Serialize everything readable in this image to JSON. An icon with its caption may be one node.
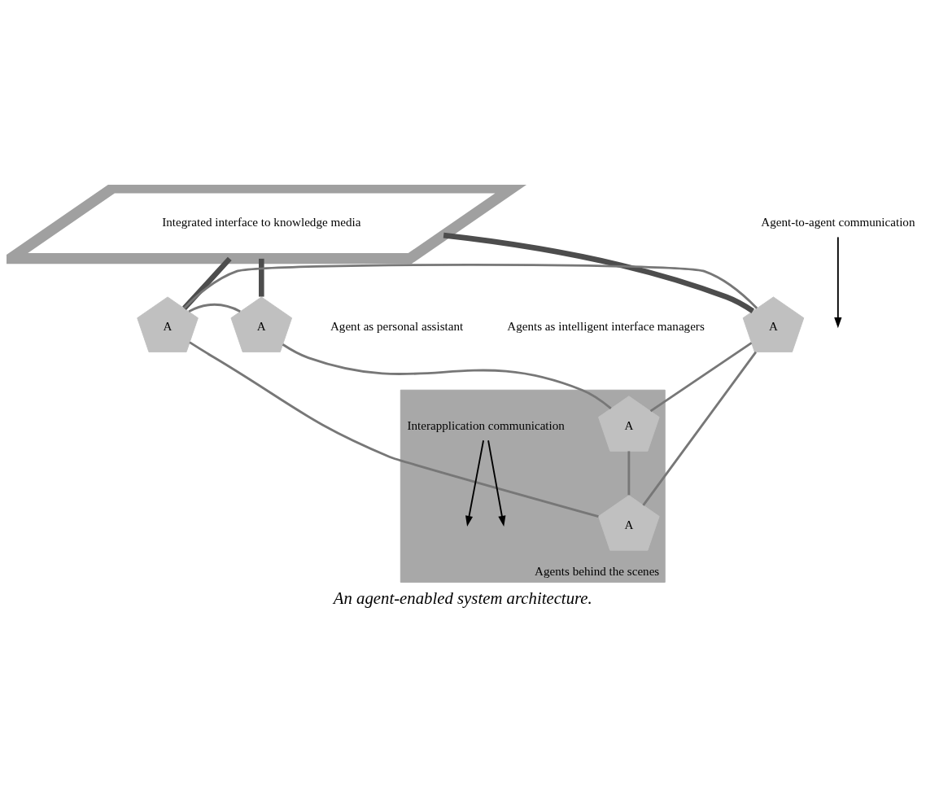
{
  "diagram": {
    "caption": "An agent-enabled system architecture.",
    "nodes": [
      {
        "text": [
          "Integrated interface to knowledge media"
        ]
      },
      {
        "text": [
          "A"
        ]
      },
      {
        "text": [
          "A"
        ],
        "beside": [
          "Agents as intelligent interface managers"
        ]
      },
      {
        "text": [
          "A"
        ],
        "beside": [
          "Agent as personal assistant"
        ]
      },
      {
        "text": [
          "Agents behind the scenes"
        ]
      },
      {
        "text": [
          "A"
        ],
        "in": 4
      },
      {
        "text": [
          "A"
        ],
        "in": 4
      },
      {
        "text": [
          "Interapplication communication"
        ],
        "in": 4
      },
      {
        "text": [
          "Agent-to-agent communication"
        ]
      }
    ],
    "edges": [
      {
        "from": 0,
        "to": 2,
        "arrow": "none",
        "style": "thick",
        "color": "#4d4d4d"
      },
      {
        "from": 0,
        "to": 1,
        "arrow": "none",
        "style": "thick",
        "color": "#4d4d4d"
      },
      {
        "from": 0,
        "to": 3,
        "arrow": "none",
        "style": "thick",
        "color": "#4d4d4d"
      },
      {
        "from": 1,
        "to": 2,
        "arrow": "none"
      },
      {
        "from": 1,
        "to": 3,
        "arrow": "none"
      },
      {
        "from": 1,
        "to": 6,
        "arrow": "none"
      },
      {
        "from": 2,
        "to": 5,
        "arrow": "none"
      },
      {
        "from": 2,
        "to": 6,
        "arrow": "none"
      },
      {
        "from": 3,
        "to": 5,
        "arrow": "none"
      },
      {
        "from": 5,
        "to": 6,
        "arrow": "none"
      },
      {
        "from": 8,
        "to": null,
        "arrow": "to",
        "color": "#000000"
      },
      {
        "from": 7,
        "to": null,
        "arrow": "to",
        "color": "#000000"
      },
      {
        "from": 7,
        "to": null,
        "arrow": "to",
        "color": "#000000"
      }
    ]
  }
}
